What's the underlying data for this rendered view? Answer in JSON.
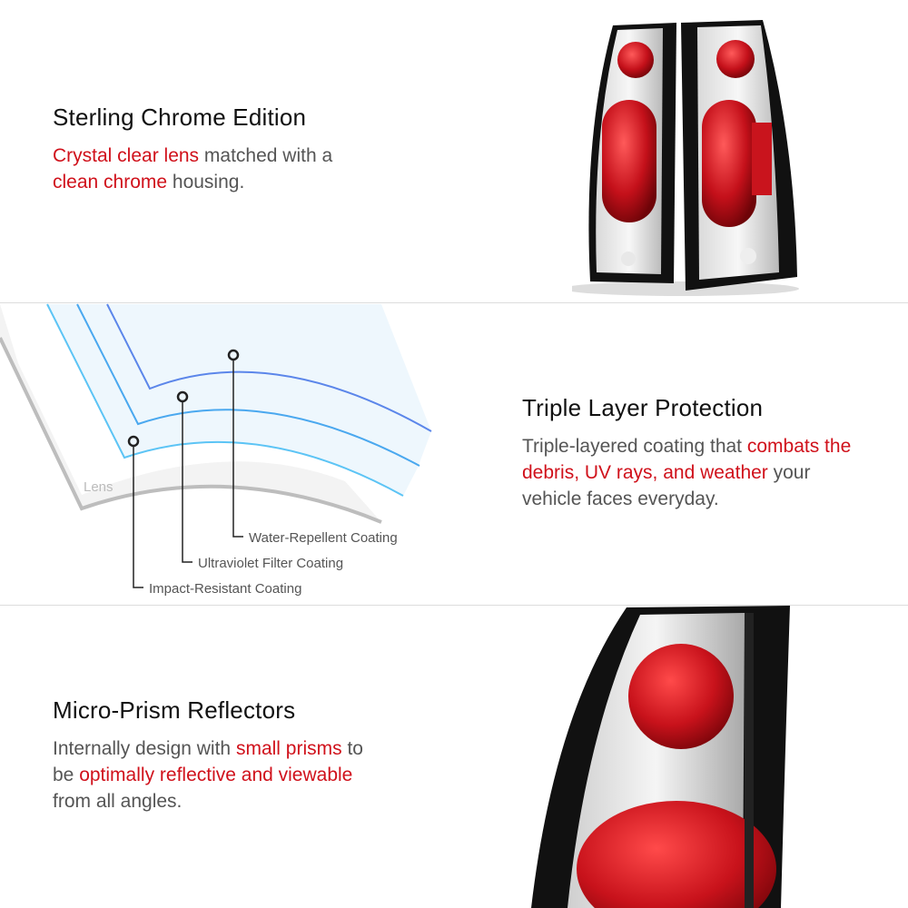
{
  "colors": {
    "accent_red": "#d0111b",
    "layer_blue": "#4aa8ef",
    "lens_gray": "#bdbdbd"
  },
  "sections": [
    {
      "title": "Sterling Chrome Edition",
      "body": [
        {
          "text": "Crystal clear lens",
          "highlight": true
        },
        {
          "text": " matched with a ",
          "highlight": false
        },
        {
          "text": "clean chrome",
          "highlight": true
        },
        {
          "text": " housing.",
          "highlight": false
        }
      ]
    },
    {
      "title": "Triple Layer Protection",
      "body": [
        {
          "text": "Triple-layered coating that ",
          "highlight": false
        },
        {
          "text": "combats the debris, UV rays, and weather",
          "highlight": true
        },
        {
          "text": " your vehicle faces everyday.",
          "highlight": false
        }
      ],
      "diagram": {
        "lens_label": "Lens",
        "layers": [
          "Water-Repellent Coating",
          "Ultraviolet Filter Coating",
          "Impact-Resistant Coating"
        ]
      }
    },
    {
      "title": "Micro-Prism Reflectors",
      "body": [
        {
          "text": "Internally design with ",
          "highlight": false
        },
        {
          "text": "small prisms",
          "highlight": true
        },
        {
          "text": " to be ",
          "highlight": false
        },
        {
          "text": "optimally reflective and viewable",
          "highlight": true
        },
        {
          "text": " from all angles.",
          "highlight": false
        }
      ]
    }
  ]
}
